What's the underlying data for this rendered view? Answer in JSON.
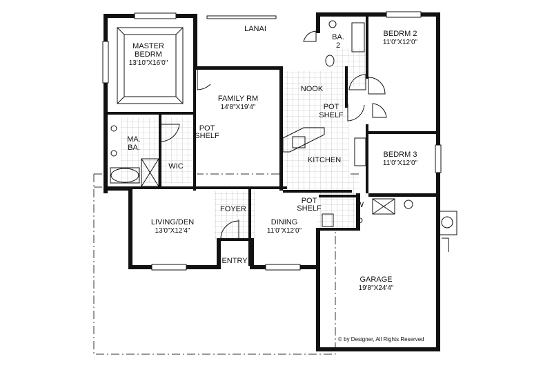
{
  "rooms": {
    "master": {
      "name_line1": "MASTER",
      "name_line2": "BEDRM",
      "dims": "13'10\"X16'0\""
    },
    "lanai": {
      "name": "LANAI"
    },
    "ba2": {
      "name_line1": "BA.",
      "name_line2": "2"
    },
    "bedrm2": {
      "name": "BEDRM 2",
      "dims": "11'0\"X12'0\""
    },
    "family": {
      "name": "FAMILY RM",
      "dims": "14'8\"X19'4\""
    },
    "nook": {
      "name": "NOOK"
    },
    "pot_shelf_nook": {
      "line1": "POT",
      "line2": "SHELF"
    },
    "pot_shelf_wic": {
      "line1": "POT",
      "line2": "SHELF"
    },
    "pot_shelf_dining": {
      "line1": "POT",
      "line2": "SHELF"
    },
    "ma_ba": {
      "line1": "MA.",
      "line2": "BA."
    },
    "wic": {
      "name": "WIC"
    },
    "kitchen": {
      "name": "KITCHEN"
    },
    "bedrm3": {
      "name": "BEDRM 3",
      "dims": "11'0\"X12'0\""
    },
    "living": {
      "name": "LIVING/DEN",
      "dims": "13'0\"X12'4\""
    },
    "foyer": {
      "name": "FOYER"
    },
    "dining": {
      "name": "DINING",
      "dims": "11'0\"X12'0\""
    },
    "entry": {
      "name": "ENTRY"
    },
    "garage": {
      "name": "GARAGE",
      "dims": "19'8\"X24'4\""
    },
    "washer": {
      "label": "W"
    },
    "dryer": {
      "label": "D"
    }
  },
  "copyright": "© by Designer, All Rights Reserved"
}
